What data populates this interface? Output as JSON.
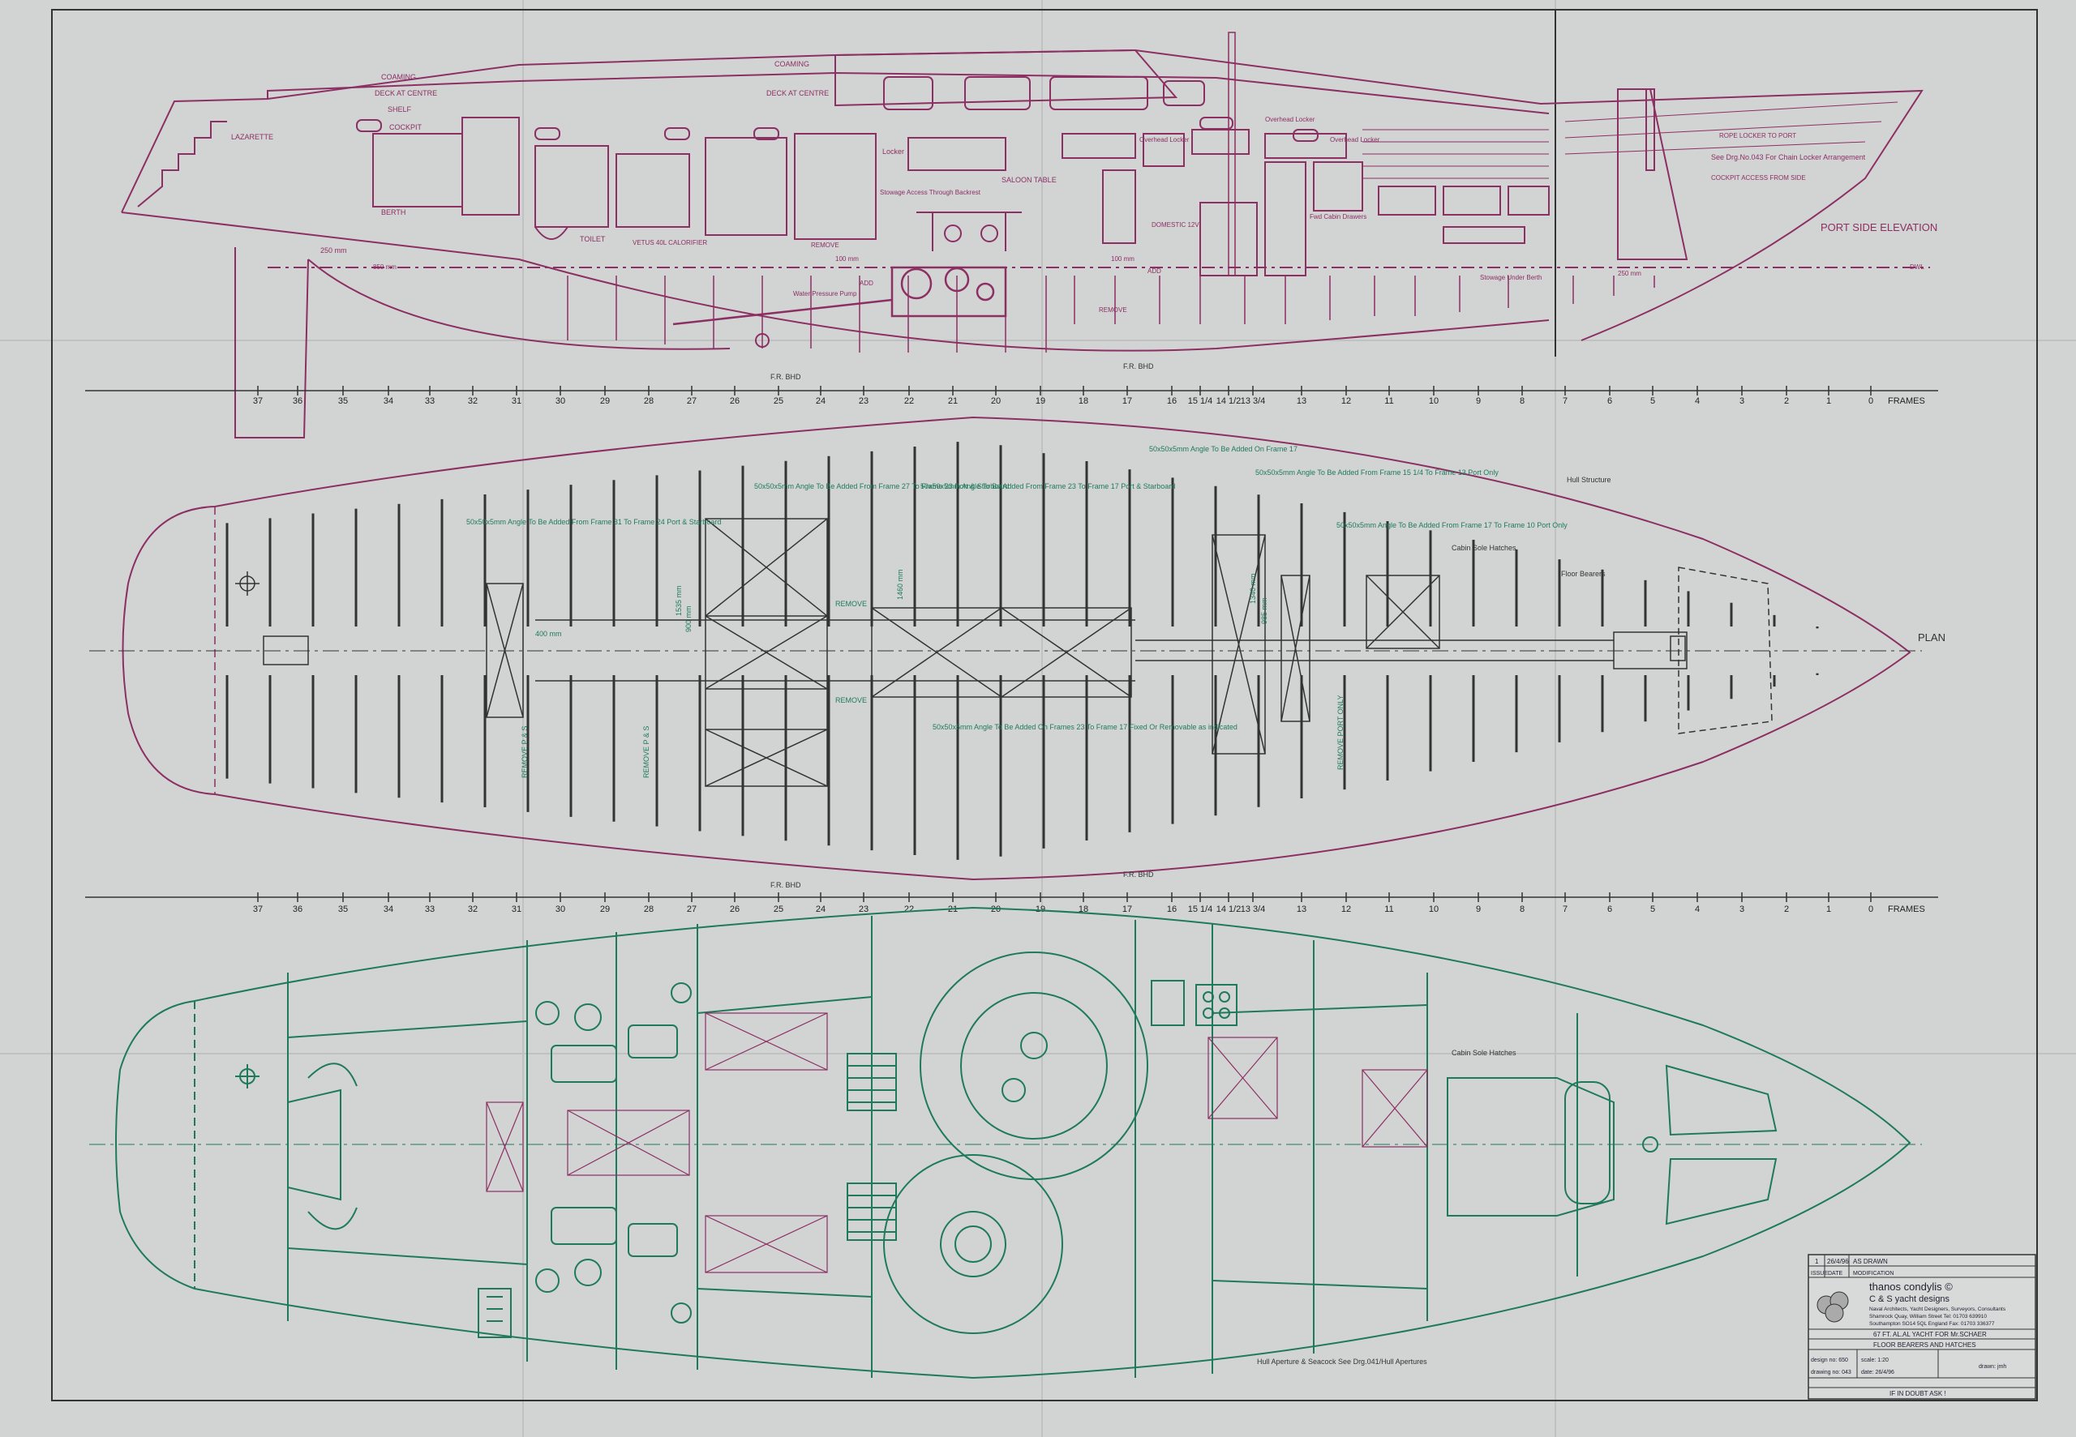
{
  "colors": {
    "paper": "#d2d4d3",
    "frame": "#333333",
    "magenta": "#8c2f63",
    "green": "#1f7a5c",
    "ink": "#222222"
  },
  "elevation": {
    "labels": {
      "coaming_aft": "COAMING",
      "coaming_fwd": "COAMING",
      "deck_at_centre_aft": "DECK AT CENTRE",
      "deck_at_centre_fwd": "DECK AT CENTRE",
      "lazarette": "LAZARETTE",
      "shelf": "SHELF",
      "cockpit": "COCKPIT",
      "berth": "BERTH",
      "toilet": "TOILET",
      "engine": "VETUS 40L CALORIFIER",
      "saloon_table": "SALOON TABLE",
      "locker": "Locker",
      "stowage_access": "Stowage Access Through Backrest",
      "overhead_locker_1": "Overhead Locker",
      "overhead_locker_2": "Overhead Locker",
      "overhead_locker_3": "Overhead Locker",
      "domestic": "DOMESTIC 12V",
      "fwd_cabin_drawers": "Fwd Cabin Drawers",
      "chain_locker_note": "See Drg.No.043 For Chain Locker Arrangement",
      "rope_locker": "ROPE LOCKER TO PORT",
      "cockpit_access": "COCKPIT ACCESS FROM SIDE",
      "port_side_elevation": "PORT SIDE ELEVATION",
      "water_pump": "Water Pressure Pump",
      "remove_1": "REMOVE",
      "remove_2": "REMOVE",
      "add_1": "ADD",
      "add_2": "ADD",
      "stowage_under_berth": "Stowage Under Berth",
      "dim_250_aft": "250 mm",
      "dim_250_fwd": "250 mm",
      "dim_850": "850 mm",
      "dim_100_1": "100 mm",
      "dim_100_2": "100 mm",
      "dwl": "DWL",
      "fr_bhd_1": "F.R. BHD",
      "fr_bhd_2": "F.R. BHD"
    },
    "frame_numbers": [
      "37",
      "36",
      "35",
      "34",
      "33",
      "32",
      "31",
      "30",
      "29",
      "28",
      "27",
      "26",
      "25",
      "24",
      "23",
      "22",
      "21",
      "20",
      "19",
      "18",
      "17",
      "16",
      "15 1/4",
      "14 1/2",
      "13 3/4",
      "13",
      "12",
      "11",
      "10",
      "9",
      "8",
      "7",
      "6",
      "5",
      "4",
      "3",
      "2",
      "1",
      "0"
    ],
    "frames_label": "FRAMES"
  },
  "plan": {
    "label": "PLAN",
    "notes": {
      "angle_31_24": "50x50x5mm Angle To Be Added From Frame 31 To Frame 24 Port & Starboard",
      "angle_27_23": "50x50x5mm Angle To Be Added From Frame 27 To Frame 23 Port & Starboard",
      "angle_23_17": "50x50x5mm Angle To Be Added From Frame 23 To Frame 17 Port & Starboard",
      "angle_frame_17": "50x50x5mm Angle To Be Added On Frame 17",
      "angle_15_13": "50x50x5mm Angle To Be Added From Frame 15 1/4 To Frame 13 Port Only",
      "angle_17_10": "50x50x5mm Angle To Be Added From Frame 17 To Frame 10 Port Only",
      "angle_removable": "50x50x5mm Angle To Be Added On Frames 23 To Frame 17 Fixed Or Removable as indicated",
      "hull_structure": "Hull Structure",
      "cabin_sole_hatches": "Cabin Sole Hatches",
      "floor_bearers": "Floor Bearers",
      "remove_1": "REMOVE",
      "remove_2": "REMOVE",
      "remove_ps_1": "REMOVE P & S",
      "remove_ps_2": "REMOVE P & S",
      "remove_port": "REMOVE PORT ONLY",
      "dim_400": "400 mm",
      "dim_1535": "1535 mm",
      "dim_900": "900 mm",
      "dim_1460": "1460 mm",
      "dim_1340": "1340 mm",
      "dim_985": "985 mm",
      "fr_bhd_1": "F.R. BHD",
      "fr_bhd_2": "F.R. BHD"
    },
    "frame_numbers": [
      "37",
      "36",
      "35",
      "34",
      "33",
      "32",
      "31",
      "30",
      "29",
      "28",
      "27",
      "26",
      "25",
      "24",
      "23",
      "22",
      "21",
      "20",
      "19",
      "18",
      "17",
      "16",
      "15 1/4",
      "14 1/2",
      "13 3/4",
      "13",
      "12",
      "11",
      "10",
      "9",
      "8",
      "7",
      "6",
      "5",
      "4",
      "3",
      "2",
      "1",
      "0"
    ],
    "frames_label": "FRAMES"
  },
  "layout_plan": {
    "notes": {
      "cabin_sole_hatches": "Cabin Sole Hatches",
      "hull_aperture": "Hull Aperture & Seacock See Drg.041/Hull Apertures"
    }
  },
  "title_block": {
    "rev_no": "1",
    "rev_date": "26/4/96",
    "rev_desc": "AS DRAWN",
    "hdr_issue": "ISSUE",
    "hdr_date": "DATE",
    "hdr_mod": "MODIFICATION",
    "company_name": "thanos condylis ©",
    "company_sub": "C & S yacht designs",
    "company_desc": "Naval Architects, Yacht Designers, Surveyors, Consultants",
    "address_1": "Shamrock Quay, William Street   Tel: 01703 639910",
    "address_2": "Southampton SO14 5QL England   Fax: 01703 336377",
    "project": "67 FT. AL.AL YACHT FOR Mr.SCHAER",
    "drawing_title": "FLOOR BEARERS AND HATCHES",
    "design_no": "design no: 650",
    "scale": "scale: 1:20",
    "drawn": "drawn: jmh",
    "drawing_no": "drawing no: 043",
    "date": "date: 26/4/96",
    "footer": "IF IN DOUBT ASK !"
  }
}
